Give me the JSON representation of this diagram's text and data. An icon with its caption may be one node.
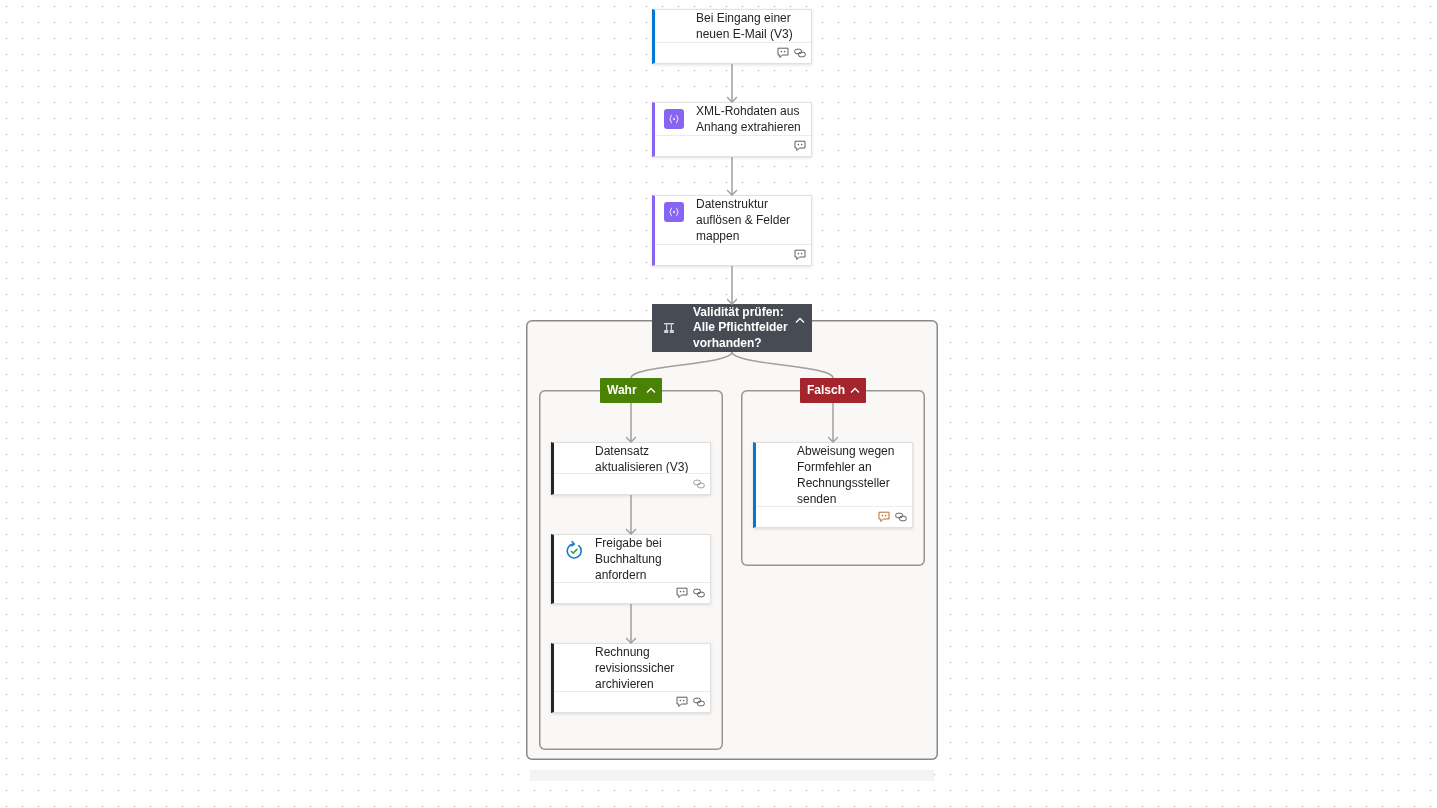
{
  "diagram": {
    "nodes": [
      {
        "text": [
          "Bei Eingang einer neuen E-Mail (V3)"
        ]
      },
      {
        "text": [
          "XML-Rohdaten aus Anhang extrahieren"
        ]
      },
      {
        "text": [
          "Datenstruktur auflösen & Felder mappen"
        ]
      },
      {
        "text": [
          "Validität prüfen: Alle Pflichtfelder vorhanden?"
        ]
      },
      {
        "text": [],
        "shape": "box"
      },
      {
        "text": [
          "Wahr"
        ],
        "in": 4
      },
      {
        "text": [],
        "shape": "box",
        "in": 4
      },
      {
        "text": [
          "Datensatz aktualisieren (V3)"
        ],
        "in": 6
      },
      {
        "text": [
          "Freigabe bei Buchhaltung anfordern"
        ],
        "in": 6
      },
      {
        "text": [
          "Rechnung revisionssicher archivieren"
        ],
        "in": 6
      },
      {
        "text": [
          "Falsch"
        ],
        "in": 4
      },
      {
        "text": [],
        "shape": "box",
        "in": 4
      },
      {
        "text": [
          "Abweisung wegen Formfehler an Rechnungssteller senden"
        ],
        "in": 11
      }
    ],
    "edges": [
      {
        "from": 0,
        "to": 1,
        "arrow": "to"
      },
      {
        "from": 1,
        "to": 2,
        "arrow": "to"
      },
      {
        "from": 2,
        "to": 3,
        "arrow": "to"
      },
      {
        "from": 3,
        "to": 5,
        "arrow": "none"
      },
      {
        "from": 3,
        "to": 10,
        "arrow": "none"
      },
      {
        "from": 5,
        "to": 7,
        "arrow": "to"
      },
      {
        "from": 7,
        "to": 8,
        "arrow": "to"
      },
      {
        "from": 8,
        "to": 9,
        "arrow": "to"
      },
      {
        "from": 10,
        "to": 12,
        "arrow": "to"
      }
    ]
  }
}
